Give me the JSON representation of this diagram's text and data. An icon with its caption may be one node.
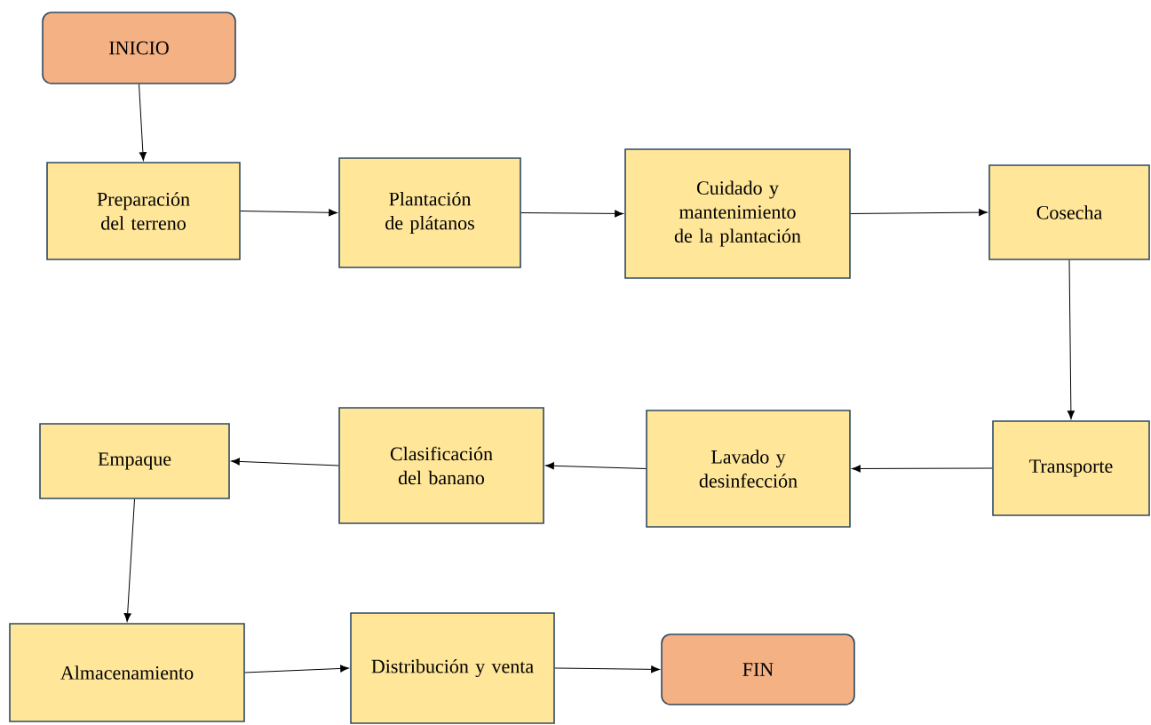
{
  "diagram": {
    "nodes": [
      {
        "text": [
          "INICIO"
        ]
      },
      {
        "text": [
          "Preparación del terreno"
        ]
      },
      {
        "text": [
          "Plantación de plátanos"
        ]
      },
      {
        "text": [
          "Cuidado y mantenimiento de la plantación"
        ]
      },
      {
        "text": [
          "Cosecha"
        ]
      },
      {
        "text": [
          "Transporte"
        ]
      },
      {
        "text": [
          "Lavado y desinfección"
        ]
      },
      {
        "text": [
          "Clasificación del banano"
        ]
      },
      {
        "text": [
          "Empaque"
        ]
      },
      {
        "text": [
          "Almacenamiento"
        ]
      },
      {
        "text": [
          "Distribución y venta"
        ]
      },
      {
        "text": [
          "FIN"
        ]
      }
    ],
    "edges": [
      {
        "from": 0,
        "to": 1,
        "arrow": "to"
      },
      {
        "from": 1,
        "to": 2,
        "arrow": "to"
      },
      {
        "from": 2,
        "to": 3,
        "arrow": "to"
      },
      {
        "from": 3,
        "to": 4,
        "arrow": "to"
      },
      {
        "from": 4,
        "to": 5,
        "arrow": "to"
      },
      {
        "from": 5,
        "to": 6,
        "arrow": "to"
      },
      {
        "from": 6,
        "to": 7,
        "arrow": "to"
      },
      {
        "from": 7,
        "to": 8,
        "arrow": "to"
      },
      {
        "from": 8,
        "to": 9,
        "arrow": "to"
      },
      {
        "from": 9,
        "to": 10,
        "arrow": "to"
      },
      {
        "from": 10,
        "to": 11,
        "arrow": "to"
      }
    ]
  }
}
